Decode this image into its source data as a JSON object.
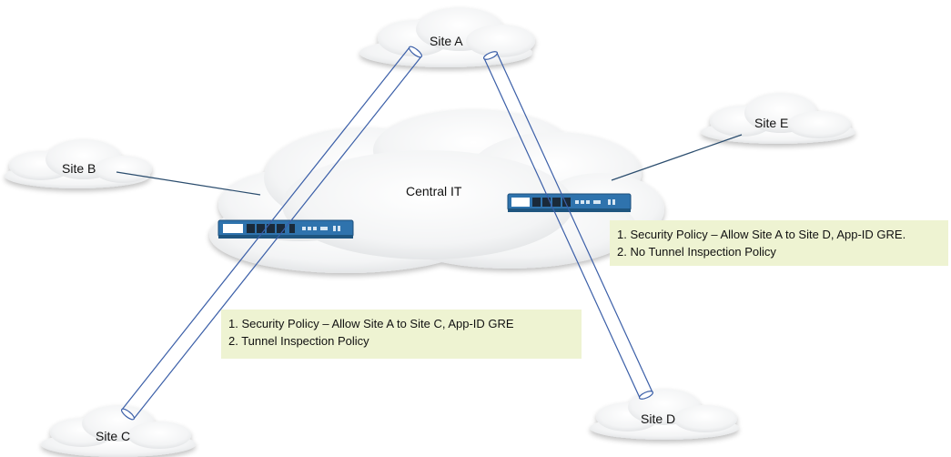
{
  "sites": {
    "site_a": "Site A",
    "site_b": "Site B",
    "site_c": "Site C",
    "site_d": "Site D",
    "site_e": "Site E",
    "central": "Central IT"
  },
  "notes": {
    "left": {
      "line1": "1. Security Policy – Allow  Site A to Site C, App-ID GRE",
      "line2": "2. Tunnel Inspection Policy"
    },
    "right": {
      "line1": "1. Security Policy – Allow Site A to Site D, App-ID GRE.",
      "line2": "2. No Tunnel Inspection Policy"
    }
  },
  "colors": {
    "tunnel_stroke": "#3b5fa8",
    "firewall_body": "#2f73ad",
    "note_background": "#eef3d2"
  },
  "icons": {
    "firewall": "firewall-appliance-icon",
    "cloud": "cloud-icon"
  }
}
